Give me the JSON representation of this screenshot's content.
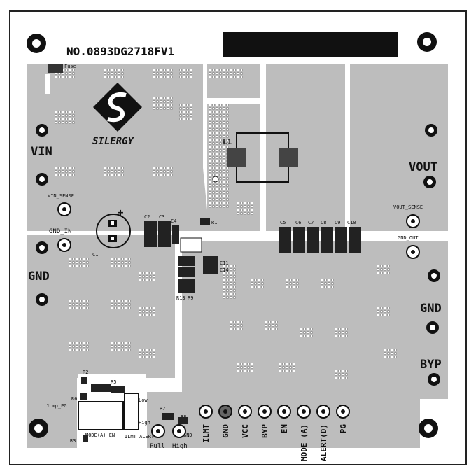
{
  "board": {
    "part_number": "NO.0893DG2718FV1",
    "logo_text": "SILERGY"
  },
  "labels": {
    "fuse": "Fuse",
    "vin": "VIN",
    "vin_sense": "VIN_SENSE",
    "gnd_in": "GND_IN",
    "gnd_left": "GND",
    "vout": "VOUT",
    "vout_sense": "VOUT_SENSE",
    "gnd_out": "GND_OUT",
    "gnd_right": "GND",
    "byp_right": "BYP",
    "l1": "L1",
    "c1": "C1",
    "c2": "C2",
    "c3": "C3",
    "c4": "C4",
    "c5": "C5",
    "c6": "C6",
    "c7": "C7",
    "c8": "C8",
    "c9": "C9",
    "c10": "C10",
    "c11": "C11",
    "c14": "C14",
    "r1": "R1",
    "r2": "R2",
    "r3": "R3",
    "r5": "R5",
    "r6": "R6",
    "r7": "R7",
    "r8": "R8",
    "r9": "R9",
    "r13": "R13",
    "jumper_pg": "JLmp_PG",
    "mode_a_en": "MODE(A) EN",
    "ilmt_alert": "ILMT ALERT",
    "high_small": "High",
    "low_small": "Low",
    "pull": "Pull",
    "high": "High",
    "gnd_small": "GND",
    "plus": "+"
  },
  "test_points": [
    "ILMT",
    "GND",
    "VCC",
    "BYP",
    "EN",
    "MODE (A)",
    "ALERT(D)",
    "PG"
  ]
}
